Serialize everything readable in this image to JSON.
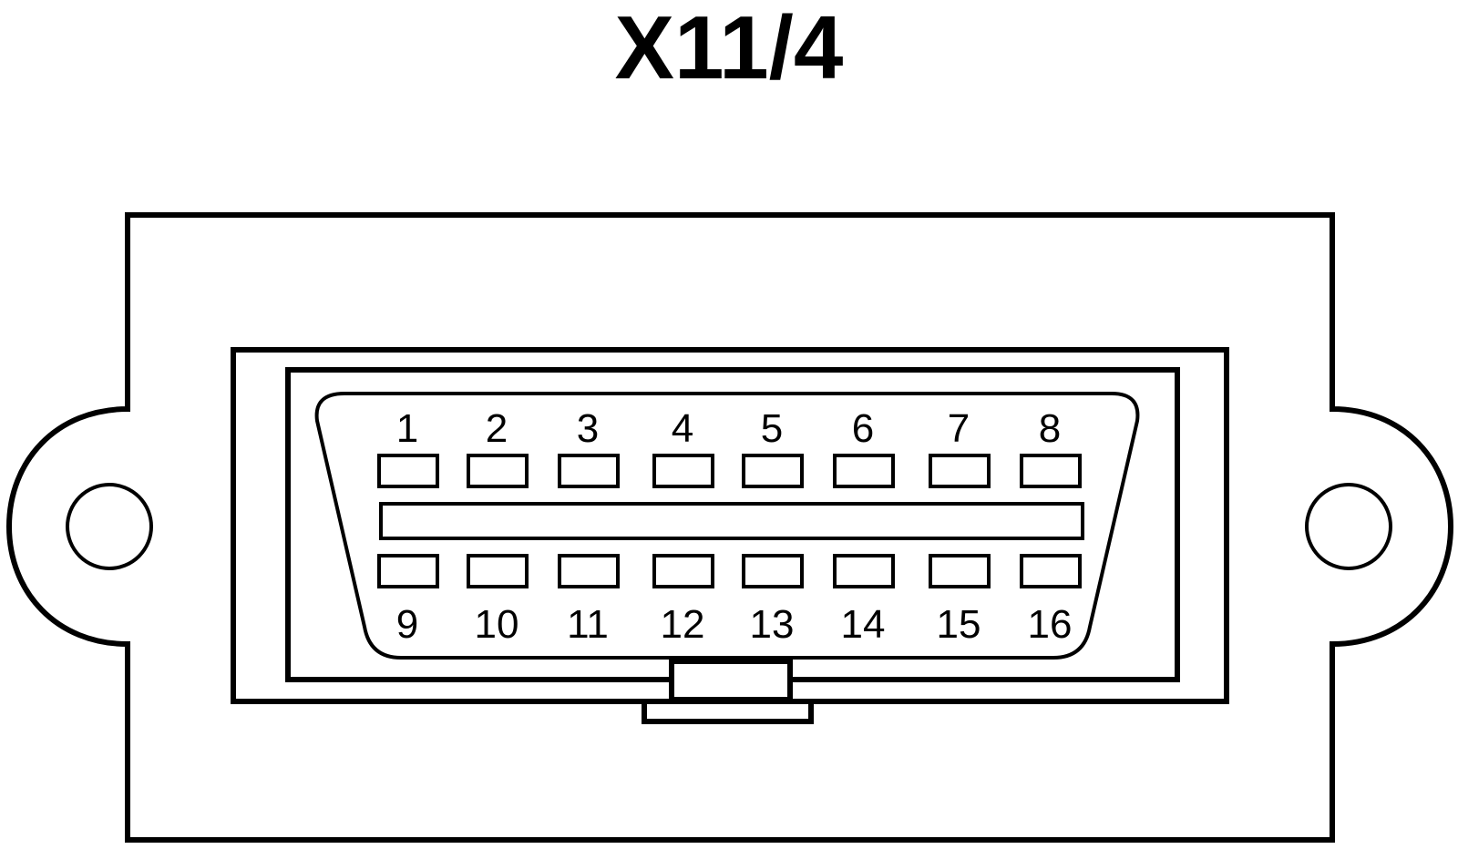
{
  "title": "X11/4",
  "colors": {
    "line": "#000000",
    "background": "#ffffff"
  },
  "connector": {
    "top_pins": [
      "1",
      "2",
      "3",
      "4",
      "5",
      "6",
      "7",
      "8"
    ],
    "bottom_pins": [
      "9",
      "10",
      "11",
      "12",
      "13",
      "14",
      "15",
      "16"
    ]
  }
}
